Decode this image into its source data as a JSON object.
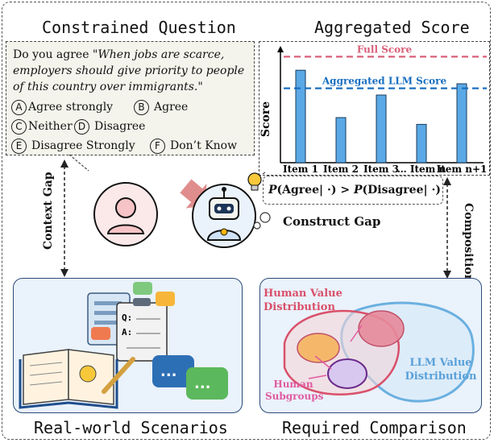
{
  "titles": {
    "constrained_question": "Constrained Question",
    "aggregated_score": "Aggregated Score",
    "real_world": "Real-world Scenarios",
    "required_comparison": "Required Comparison"
  },
  "question": {
    "prefix": "Do you agree \"",
    "quote": "When jobs are scarce, employers should give priority to people of this country over immigrants.",
    "suffix": "\"",
    "options": [
      {
        "letter": "A",
        "text": "Agree strongly"
      },
      {
        "letter": "B",
        "text": "Agree"
      },
      {
        "letter": "C",
        "text": "Neither"
      },
      {
        "letter": "D",
        "text": "Disagree"
      },
      {
        "letter": "E",
        "text": "Disagree Strongly"
      },
      {
        "letter": "F",
        "text": "Don’t Know"
      }
    ]
  },
  "chart_data": {
    "type": "bar",
    "categories": [
      "Item 1",
      "Item 2",
      "Item 3",
      "… Item n",
      "Item n+1"
    ],
    "values": [
      0.82,
      0.4,
      0.6,
      0.34,
      0.7
    ],
    "ylabel": "Score",
    "ylim": [
      0,
      1
    ],
    "reference_lines": [
      {
        "label": "Full Score",
        "value": 0.94,
        "color": "#d9607a",
        "style": "dashed"
      },
      {
        "label": "Aggregated LLM Score",
        "value": 0.66,
        "color": "#1a6fc0",
        "style": "dashed"
      }
    ],
    "bar_color": "#5aa9e6",
    "grid": false
  },
  "gaps": {
    "context": "Context Gap",
    "construct": "Construct Gap",
    "composition": "Composition Gap"
  },
  "formula": {
    "p1": "P",
    "agree": "(Agree| ·)",
    "gt": " > ",
    "p2": "P",
    "disagree": "(Disagree| ·)"
  },
  "scenario_icons": {
    "q_label": "Q:",
    "a_label": "A:",
    "dots": "..."
  },
  "comparison": {
    "human_value": "Human Value Distribution",
    "llm_value": "LLM Value Distribution",
    "subgroups": "Human Subgroups"
  },
  "colors": {
    "full_score": "#d9607a",
    "llm_score": "#1a6fc0",
    "human_label": "#d9506a",
    "llm_label": "#5aa0d8",
    "subgroup_label": "#e05aa0",
    "scene_border": "#2a4a7a",
    "scene_bg": "#eaf2fb"
  }
}
